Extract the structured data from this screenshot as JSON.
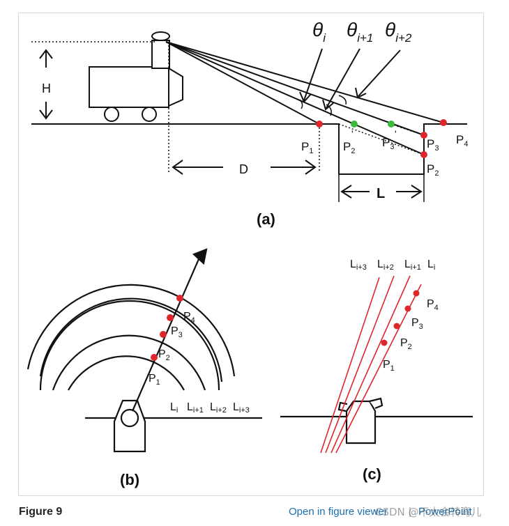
{
  "panel_a": {
    "label": "(a)",
    "theta_i": "θ",
    "theta_i_sub": "i",
    "theta_i1": "θ",
    "theta_i1_sub": "i+1",
    "theta_i2": "θ",
    "theta_i2_sub": "i+2",
    "h": "H",
    "d": "D",
    "l": "L",
    "p1": "P",
    "p1_sub": "1",
    "p2p": "P",
    "p2p_sub": "2",
    "p3p": "P",
    "p3p_sub": "3",
    "p3": "P",
    "p3_sub": "3",
    "p4": "P",
    "p4_sub": "4",
    "p2": "P",
    "p2_sub": "2",
    "prime": "'"
  },
  "panel_b": {
    "label": "(b)",
    "p1": "P",
    "p1_sub": "1",
    "p2": "P",
    "p2_sub": "2",
    "p3": "P",
    "p3_sub": "3",
    "p4": "P",
    "p4_sub": "4",
    "li": "L",
    "li_sub": "i",
    "li1": "L",
    "li1_sub": "i+1",
    "li2": "L",
    "li2_sub": "i+2",
    "li3": "L",
    "li3_sub": "i+3"
  },
  "panel_c": {
    "label": "(c)",
    "p1": "P",
    "p1_sub": "1",
    "p2": "P",
    "p2_sub": "2",
    "p3": "P",
    "p3_sub": "3",
    "p4": "P",
    "p4_sub": "4",
    "li3": "L",
    "li3_sub": "i+3",
    "li2": "L",
    "li2_sub": "i+2",
    "li1": "L",
    "li1_sub": "i+1",
    "li": "L",
    "li_sub": "i"
  },
  "footer": {
    "caption": "Figure 9",
    "open_viewer": "Open in figure viewer",
    "separator": "|",
    "powerpoint": "PowerPoint",
    "watermark": "CSDN @不太会转弯儿"
  },
  "colors": {
    "red_point": "#e0262d",
    "green_point": "#3db93d",
    "line": "#111111"
  }
}
